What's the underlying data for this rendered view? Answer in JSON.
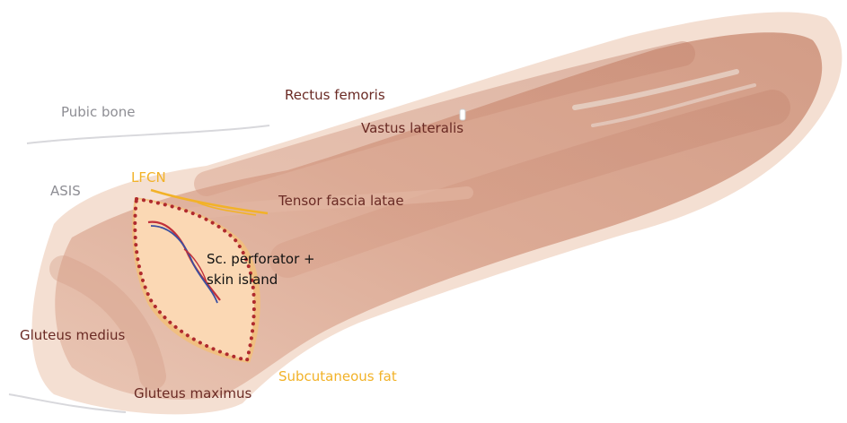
{
  "labels": {
    "pubic_bone": "Pubic bone",
    "asis": "ASIS",
    "lfcn": "LFCN",
    "rectus_femoris": "Rectus femoris",
    "vastus_lateralis": "Vastus lateralis",
    "tensor_fascia_latae": "Tensor fascia latae",
    "perforator_line1": "Sc. perforator +",
    "perforator_line2": "skin island",
    "gluteus_medius": "Gluteus medius",
    "gluteus_maximus": "Gluteus maximus",
    "subcutaneous_fat": "Subcutaneous fat"
  },
  "colors": {
    "muscle_label": "#6a2a24",
    "bone_label": "#8e8e94",
    "nerve_yellow": "#f2b228",
    "dotted_outline": "#b02a2e",
    "skin_island_fill": "#fbd8b4",
    "fat_fill": "#f2c07a",
    "artery": "#c0303a",
    "vein": "#3a4fa0",
    "skin_overlay": "#f0d4c4",
    "muscle_tone": "#c98f78"
  }
}
